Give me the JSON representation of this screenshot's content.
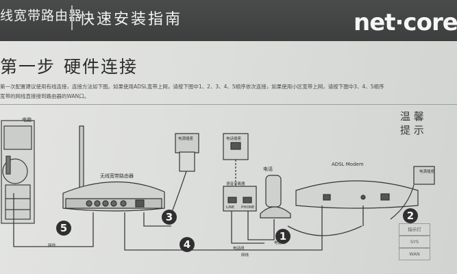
{
  "header": {
    "product_name": "线宽带路由器",
    "guide_title": "快速安装指南",
    "brand": "net·core"
  },
  "step": {
    "number_label": "第一步",
    "title": "硬件连接",
    "description_line1": "第一次配置建议使用有线连接，连接方法如下图。如果使用ADSL宽带上网，请按下图中1、2、3、4、5顺序依次连接，如果使用小区宽带上网，请按下图中3、4、5顺序",
    "description_line2": "宽带的网线直接接到路由器的WAN口。"
  },
  "diagram": {
    "computer_label": "电脑",
    "router_label": "无线宽带路由器",
    "power_label": "电源插座",
    "phone_jack_label": "电话插座",
    "splitter_label": "语音分离器",
    "phone_label": "电话",
    "modem_label": "ADSL Modem",
    "line_label": "电话线",
    "network_cable_label": "网线",
    "splitter_line_port": "LINE",
    "splitter_phone_port": "PHONE",
    "steps": [
      "1",
      "2",
      "3",
      "4",
      "5"
    ]
  },
  "tips": {
    "title_line1": "温 馨",
    "title_line2": "提 示",
    "table_rows": [
      "指示灯",
      "SYS",
      "WAN"
    ]
  }
}
